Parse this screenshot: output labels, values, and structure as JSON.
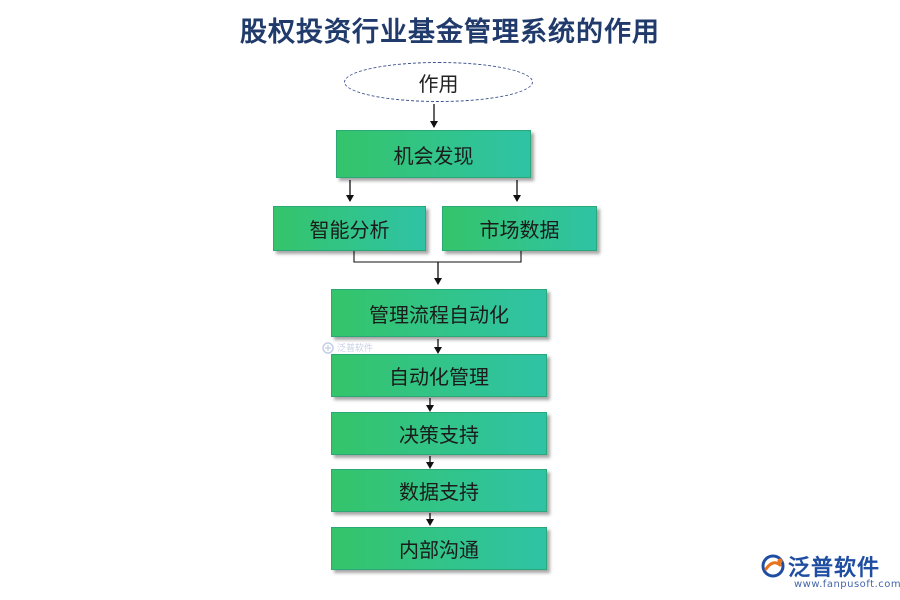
{
  "title": "股权投资行业基金管理系统的作用",
  "root": {
    "label": "作用"
  },
  "nodes": {
    "opportunity": "机会发现",
    "smart_analysis": "智能分析",
    "market_data": "市场数据",
    "process_automation": "管理流程自动化",
    "automation_management": "自动化管理",
    "decision_support": "决策支持",
    "data_support": "数据支持",
    "internal_communication": "内部沟通"
  },
  "watermark": {
    "text": "泛普软件"
  },
  "brand": {
    "name": "泛普软件",
    "url": "www.fanpusoft.com"
  },
  "colors": {
    "title": "#1f3a6b",
    "box_start": "#34c46a",
    "box_end": "#2fc3a6",
    "brand": "#1e4da1"
  }
}
